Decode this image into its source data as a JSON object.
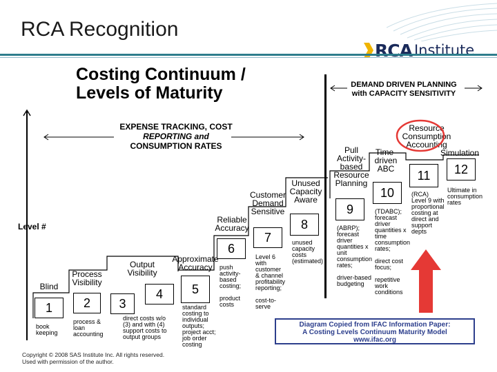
{
  "slide": {
    "title": "RCA Recognition"
  },
  "logo": {
    "rca": "RCA",
    "institute": "Institute"
  },
  "diagram": {
    "title_line1": "Costing Continuum /",
    "title_line2": "Levels of Maturity",
    "left_header_l1": "EXPENSE TRACKING, COST",
    "left_header_l2": "REPORTING and",
    "left_header_l3": "CONSUMPTION RATES",
    "right_header_l1": "DEMAND DRIVEN PLANNING",
    "right_header_l2": "with CAPACITY SENSITIVITY",
    "level_axis": "Level #",
    "columns": [
      {
        "num": "1",
        "label": "Blind",
        "desc": "book\nkeeping"
      },
      {
        "num": "2",
        "label": "Process\nVisibility",
        "desc": "process &\nloan\naccounting"
      },
      {
        "num": "3",
        "label": "",
        "desc": "direct costs w/o\n(3) and with (4)\nsupport costs to\noutput groups"
      },
      {
        "num": "4",
        "label": "Output\nVisibility",
        "desc": ""
      },
      {
        "num": "5",
        "label": "Approximate\nAccuracy",
        "desc": "standard\ncosting to\nindividual\noutputs;\nproject acct;\njob order\ncosting"
      },
      {
        "num": "6",
        "label": "Reliable\nAccuracy",
        "desc": "push\nactivity-\nbased\ncosting;\n\nproduct\ncosts"
      },
      {
        "num": "7",
        "label": "Customer\nDemand\nSensitive",
        "desc": "Level 6\nwith\ncustomer\n& channel\nprofitability\nreporting;\n\ncost-to-\nserve"
      },
      {
        "num": "8",
        "label": "Unused\nCapacity\nAware",
        "desc": "unused\ncapacity\ncosts\n(estimated)"
      },
      {
        "num": "9",
        "label": "Pull\nActivity-\nbased\nResource\nPlanning",
        "desc": "(ABRP);\nforecast\ndriver\nquantities x\nunit\nconsumption\nrates;\n\ndriver-based\nbudgeting"
      },
      {
        "num": "10",
        "label": "Time-\ndriven\nABC",
        "desc": "(TDABC);\nforecast\ndriver\nquantities x\ntime\nconsumption\nrates;\n\ndirect cost\nfocus;\n\nrepetitive\nwork\nconditions"
      },
      {
        "num": "11",
        "label": "Resource\nConsumption\nAccounting",
        "desc": "(RCA)\nLevel 9 with\nproportional\ncosting at\ndirect and\nsupport\ndepts"
      },
      {
        "num": "12",
        "label": "Simulation",
        "desc": "Ultimate in\nconsumption\nrates"
      }
    ],
    "ifac_l1": "Diagram Copied from IFAC Information Paper:",
    "ifac_l2": "A Costing Levels Continuum Maturity Model",
    "ifac_l3": "www.ifac.org"
  },
  "copyright": {
    "l1": "Copyright © 2008 SAS Institute Inc. All rights reserved.",
    "l2": "Used with permission of the author."
  },
  "colors": {
    "accent_rule": "#2e7d8c",
    "logo_navy": "#1a2a5a",
    "ifac_blue": "#2c3e8c",
    "highlight_red": "#e53935"
  }
}
